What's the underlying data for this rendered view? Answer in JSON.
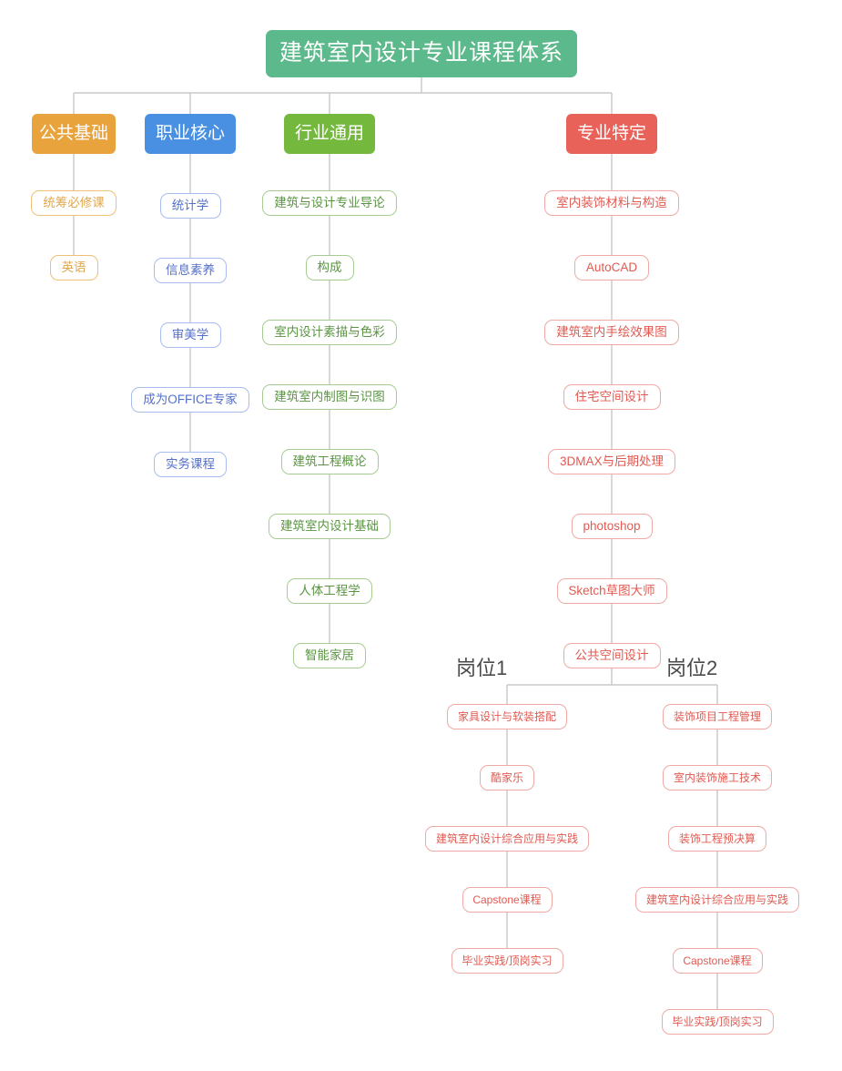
{
  "diagram": {
    "title": "建筑室内设计专业课程体系",
    "type": "organization-tree",
    "colors": {
      "root_fill": "#5cb98b",
      "public_base": "#e8a33d",
      "vocational_core": "#4a90e2",
      "industry_common": "#74b83e",
      "major_specific": "#e8625a",
      "leaf_border_orange": "#eebf76",
      "leaf_text_orange": "#e0a850",
      "leaf_border_blue": "#a8bdee",
      "leaf_text_blue": "#5570c9",
      "leaf_border_green": "#a7cc93",
      "leaf_text_green": "#5a9442",
      "leaf_border_red": "#f0a9a4",
      "leaf_text_red": "#e05a52",
      "connector": "#c8c8c8",
      "branch_label_text": "#4a4a4a"
    },
    "root": {
      "label": "建筑室内设计专业课程体系"
    },
    "categories": [
      {
        "key": "public-base",
        "label": "公共基础",
        "courses": [
          {
            "label": "统筹必修课"
          },
          {
            "label": "英语"
          }
        ]
      },
      {
        "key": "vocational-core",
        "label": "职业核心",
        "courses": [
          {
            "label": "统计学"
          },
          {
            "label": "信息素养"
          },
          {
            "label": "审美学"
          },
          {
            "label": "成为OFFICE专家"
          },
          {
            "label": "实务课程"
          }
        ]
      },
      {
        "key": "industry-common",
        "label": "行业通用",
        "courses": [
          {
            "label": "建筑与设计专业导论"
          },
          {
            "label": "构成"
          },
          {
            "label": "室内设计素描与色彩"
          },
          {
            "label": "建筑室内制图与识图"
          },
          {
            "label": "建筑工程概论"
          },
          {
            "label": "建筑室内设计基础"
          },
          {
            "label": "人体工程学"
          },
          {
            "label": "智能家居"
          }
        ]
      },
      {
        "key": "major-specific",
        "label": "专业特定",
        "courses": [
          {
            "label": "室内装饰材料与构造"
          },
          {
            "label": "AutoCAD"
          },
          {
            "label": "建筑室内手绘效果图"
          },
          {
            "label": "住宅空间设计"
          },
          {
            "label": "3DMAX与后期处理"
          },
          {
            "label": "photoshop"
          },
          {
            "label": "Sketch草图大师"
          },
          {
            "label": "公共空间设计"
          }
        ]
      }
    ],
    "branches": [
      {
        "key": "post-1",
        "label": "岗位1",
        "courses": [
          {
            "label": "家具设计与软装搭配"
          },
          {
            "label": "酷家乐"
          },
          {
            "label": "建筑室内设计综合应用与实践"
          },
          {
            "label": "Capstone课程"
          },
          {
            "label": "毕业实践/顶岗实习"
          }
        ]
      },
      {
        "key": "post-2",
        "label": "岗位2",
        "courses": [
          {
            "label": "装饰项目工程管理"
          },
          {
            "label": "室内装饰施工技术"
          },
          {
            "label": "装饰工程预决算"
          },
          {
            "label": "建筑室内设计综合应用与实践"
          },
          {
            "label": "Capstone课程"
          },
          {
            "label": "毕业实践/顶岗实习"
          }
        ]
      }
    ]
  }
}
